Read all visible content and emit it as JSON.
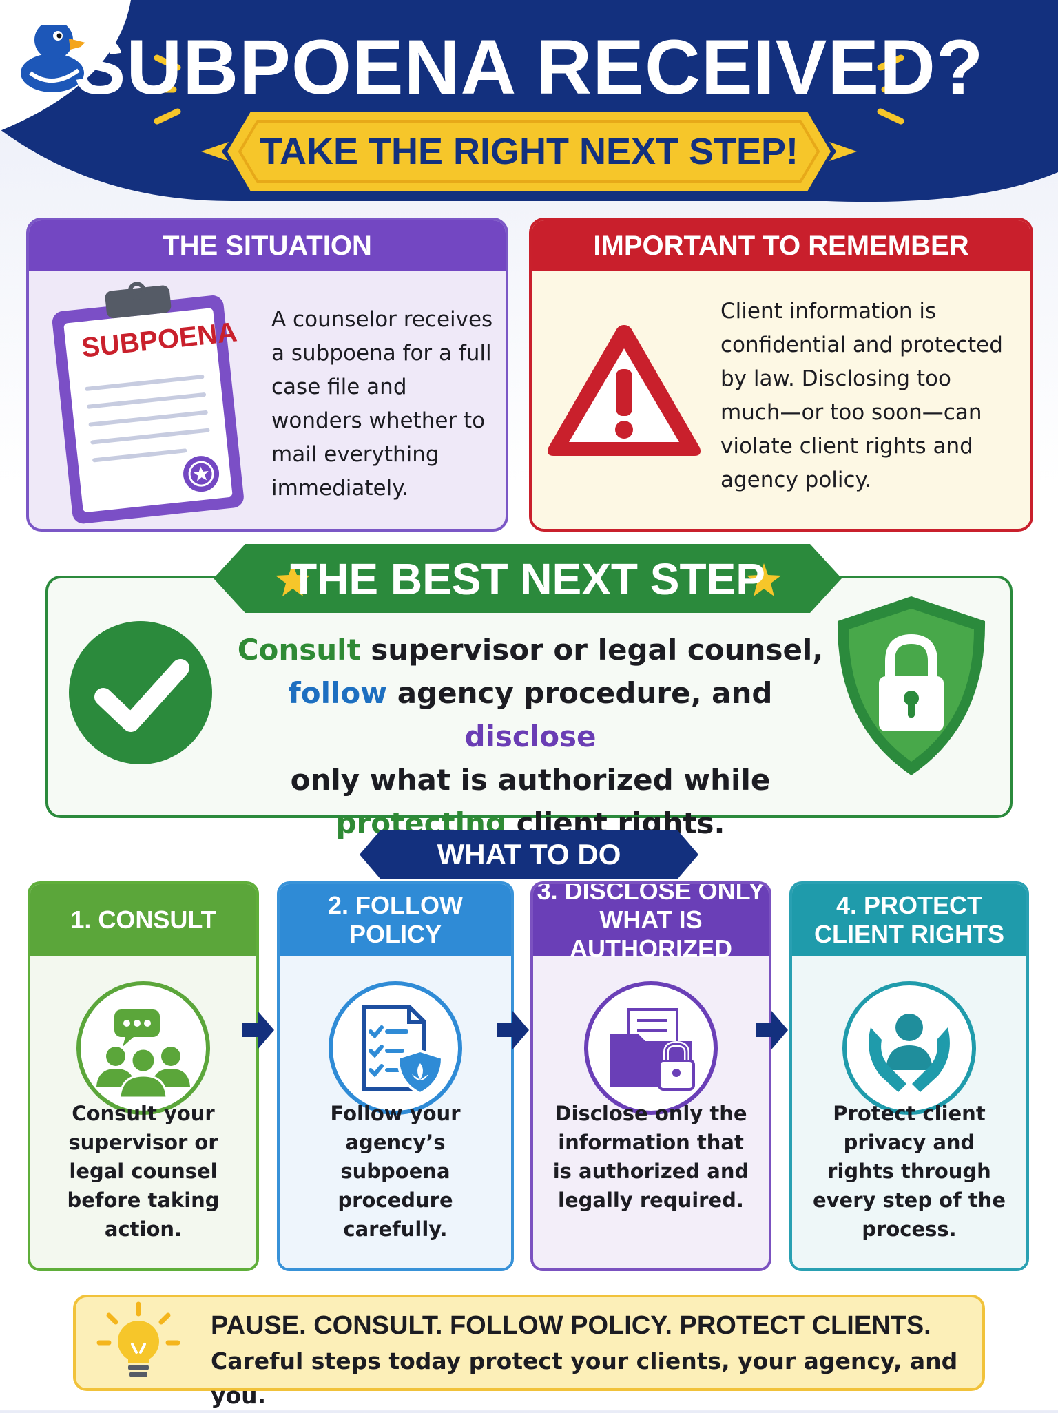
{
  "header": {
    "title": "SUBPOENA RECEIVED?",
    "subtitle": "TAKE THE RIGHT NEXT STEP!"
  },
  "situation": {
    "heading": "THE SITUATION",
    "clipboard_label": "SUBPOENA",
    "text": "A counselor receives a subpoena for a full case file and wonders whether to mail everything immediately."
  },
  "remember": {
    "heading": "IMPORTANT TO REMEMBER",
    "text": "Client information is confidential and protected by law. Disclosing too much—or too soon—can violate client rights and agency policy."
  },
  "best_step": {
    "heading": "THE BEST NEXT STEP",
    "w_consult": "Consult",
    "t1": " supervisor or legal counsel,",
    "w_follow": "follow",
    "t2": " agency procedure, and ",
    "w_disclose": "disclose",
    "t3": "only what is authorized while",
    "w_protecting": "protecting",
    "t4": " client rights."
  },
  "what_to_do": {
    "heading": "WHAT TO DO",
    "steps": [
      {
        "title": "1. CONSULT",
        "text": "Consult your supervisor or legal counsel before taking action.",
        "icon": "people-chat-icon"
      },
      {
        "title": "2. FOLLOW POLICY",
        "text": "Follow your agency’s subpoena procedure carefully.",
        "icon": "checklist-shield-icon"
      },
      {
        "title": "3. DISCLOSE ONLY WHAT IS AUTHORIZED",
        "text": "Disclose only the information that is authorized and legally required.",
        "icon": "locked-folder-icon"
      },
      {
        "title": "4. PROTECT CLIENT RIGHTS",
        "text": "Protect client privacy and rights through every step of the process.",
        "icon": "protecting-hands-icon"
      }
    ]
  },
  "bottom": {
    "title": "PAUSE. CONSULT. FOLLOW POLICY. PROTECT CLIENTS.",
    "subtitle": "Careful steps today protect your clients, your agency, and you."
  },
  "colors": {
    "navy": "#13307e",
    "yellow": "#f6c62a",
    "purple": "#7347c2",
    "red": "#c91f2c",
    "green": "#2b8a3c",
    "blue": "#2f8bd6",
    "teal": "#1f9bab"
  }
}
